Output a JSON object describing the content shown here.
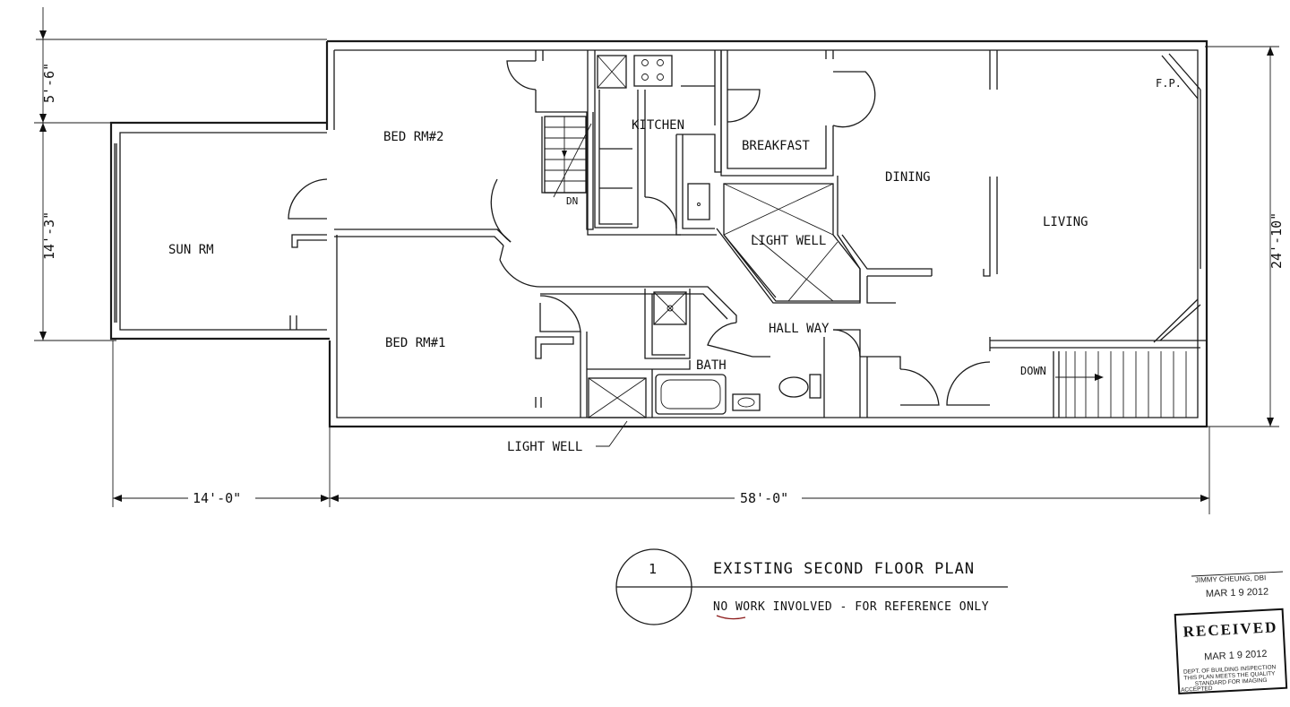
{
  "rooms": {
    "sun_room": "SUN RM",
    "bed_room_2": "BED RM#2",
    "bed_room_1": "BED RM#1",
    "kitchen": "KITCHEN",
    "breakfast": "BREAKFAST",
    "dining": "DINING",
    "living": "LIVING",
    "light_well_center": "LIGHT WELL",
    "hall_way": "HALL WAY",
    "bath": "BATH",
    "down_stairs": "DOWN",
    "stair_dn": "DN",
    "fireplace": "F.P.",
    "light_well_callout": "LIGHT WELL"
  },
  "dimensions": {
    "top_left_vertical": "5'-6\"",
    "left_vertical": "14'-3\"",
    "right_vertical": "24'-10\"",
    "bottom_left": "14'-0\"",
    "bottom_main": "58'-0\""
  },
  "title_block": {
    "number": "1",
    "title": "EXISTING SECOND FLOOR PLAN",
    "note": "NO WORK INVOLVED - FOR REFERENCE ONLY"
  },
  "stamps": {
    "reviewer": "JIMMY CHEUNG, DBI",
    "review_date": "MAR 1 9 2012",
    "received_heading": "RECEIVED",
    "received_date": "MAR 1 9 2012",
    "dept_line1": "DEPT. OF BUILDING INSPECTION",
    "dept_line2": "THIS PLAN MEETS THE QUALITY",
    "dept_line3": "STANDARD FOR IMAGING",
    "dept_line4": "ACCEPTED"
  }
}
